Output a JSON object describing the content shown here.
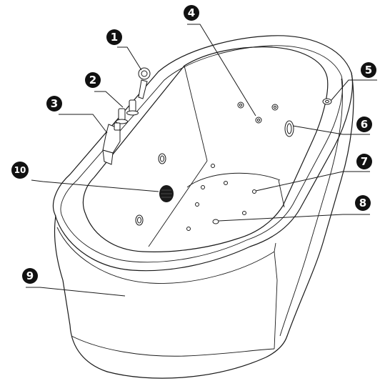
{
  "callouts": [
    {
      "id": "c1",
      "label": "1"
    },
    {
      "id": "c2",
      "label": "2"
    },
    {
      "id": "c3",
      "label": "3"
    },
    {
      "id": "c4",
      "label": "4"
    },
    {
      "id": "c5",
      "label": "5"
    },
    {
      "id": "c6",
      "label": "6"
    },
    {
      "id": "c7",
      "label": "7"
    },
    {
      "id": "c8",
      "label": "8"
    },
    {
      "id": "c9",
      "label": "9"
    },
    {
      "id": "c10",
      "label": "10"
    }
  ],
  "colors": {
    "line": "#1a1a1a",
    "callout_fill": "#111111",
    "callout_text": "#ffffff",
    "background": "#ffffff"
  }
}
